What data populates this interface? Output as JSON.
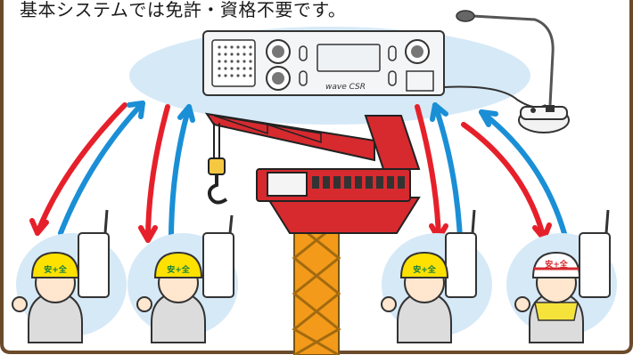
{
  "caption": "基本システムでは免許・資格不要です。",
  "radio_unit": {
    "brand": "wave CSR"
  },
  "workers": [
    {
      "helmet_label": "安+全"
    },
    {
      "helmet_label": "安+全"
    },
    {
      "helmet_label": "安+全"
    },
    {
      "helmet_label": "安+全"
    }
  ],
  "colors": {
    "frame_border": "#6b4a2a",
    "cloud": "#d6e9f7",
    "downlink_arrow": "#e6202a",
    "uplink_arrow": "#1a8fd6",
    "crane_red": "#d62a2f",
    "tower_orange": "#f39a1a",
    "helmet_yellow": "#ffe100",
    "helmet_white": "#ffffff",
    "hi_vis_vest": "#f5e23a"
  }
}
